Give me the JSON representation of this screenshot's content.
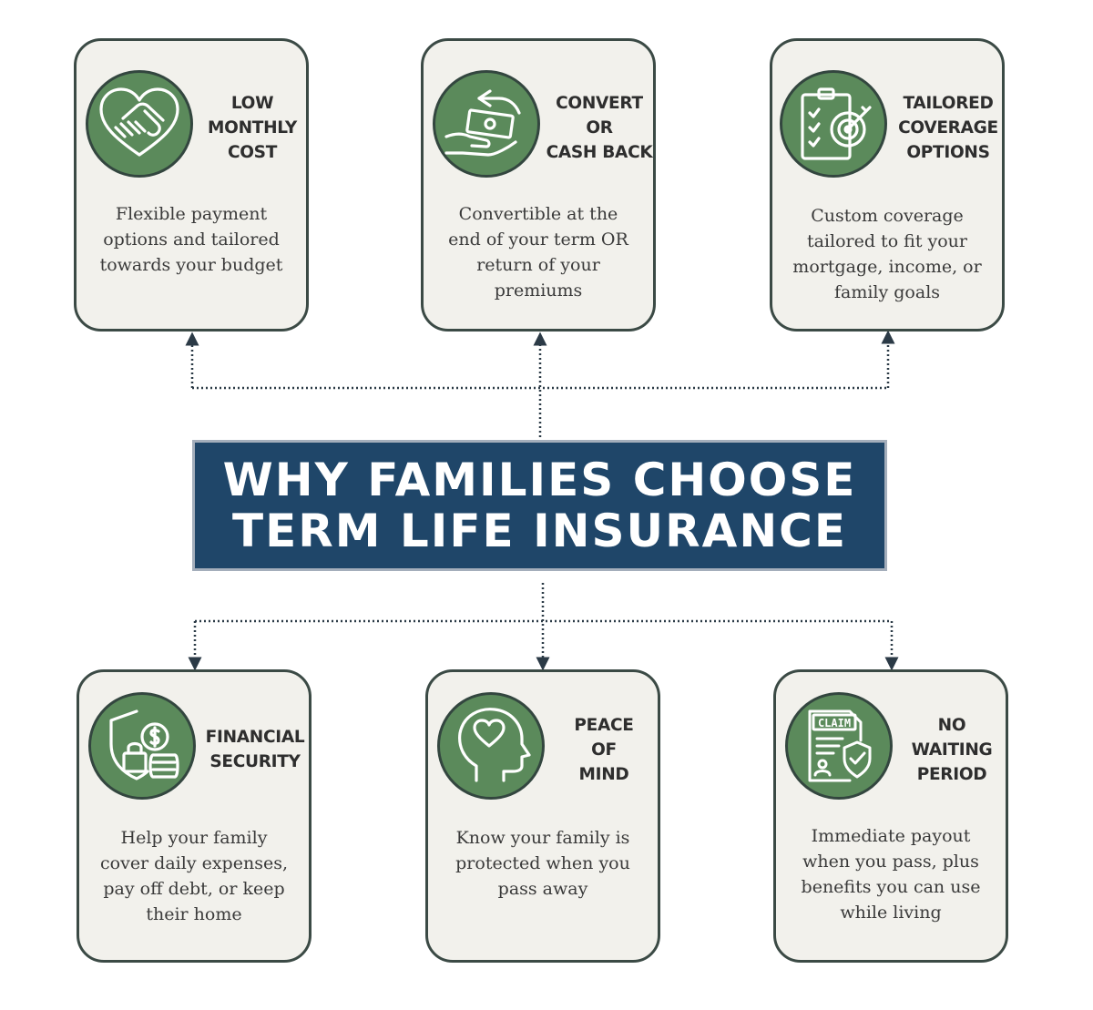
{
  "banner": {
    "title": "WHY FAMILIES CHOOSE\nTERM LIFE INSURANCE"
  },
  "colors": {
    "banner": "#1f4669",
    "icon_green": "#5b8a5b",
    "card_bg": "#f2f1ec",
    "card_border": "#3b4a45"
  },
  "cards": [
    {
      "icon": "handshake-heart-icon",
      "title": "LOW\nMONTHLY\nCOST",
      "description": "Flexible payment options and tailored towards your budget"
    },
    {
      "icon": "money-hand-arrow-icon",
      "title": "CONVERT\nOR\nCASH BACK",
      "description": "Convertible at the end of your term OR return of your premiums"
    },
    {
      "icon": "clipboard-target-icon",
      "title": "TAILORED\nCOVERAGE\nOPTIONS",
      "description": "Custom coverage tailored to fit your mortgage, income, or family goals"
    },
    {
      "icon": "shield-lock-coins-icon",
      "title": "FINANCIAL\nSECURITY",
      "description": "Help your family cover daily expenses, pay off debt, or keep their home"
    },
    {
      "icon": "head-heart-icon",
      "title": "PEACE\nOF\nMIND",
      "description": "Know your family is protected when you pass away"
    },
    {
      "icon": "claim-document-shield-icon",
      "title": "NO\nWAITING\nPERIOD",
      "description": "Immediate payout when you pass, plus benefits you can use while living"
    }
  ]
}
